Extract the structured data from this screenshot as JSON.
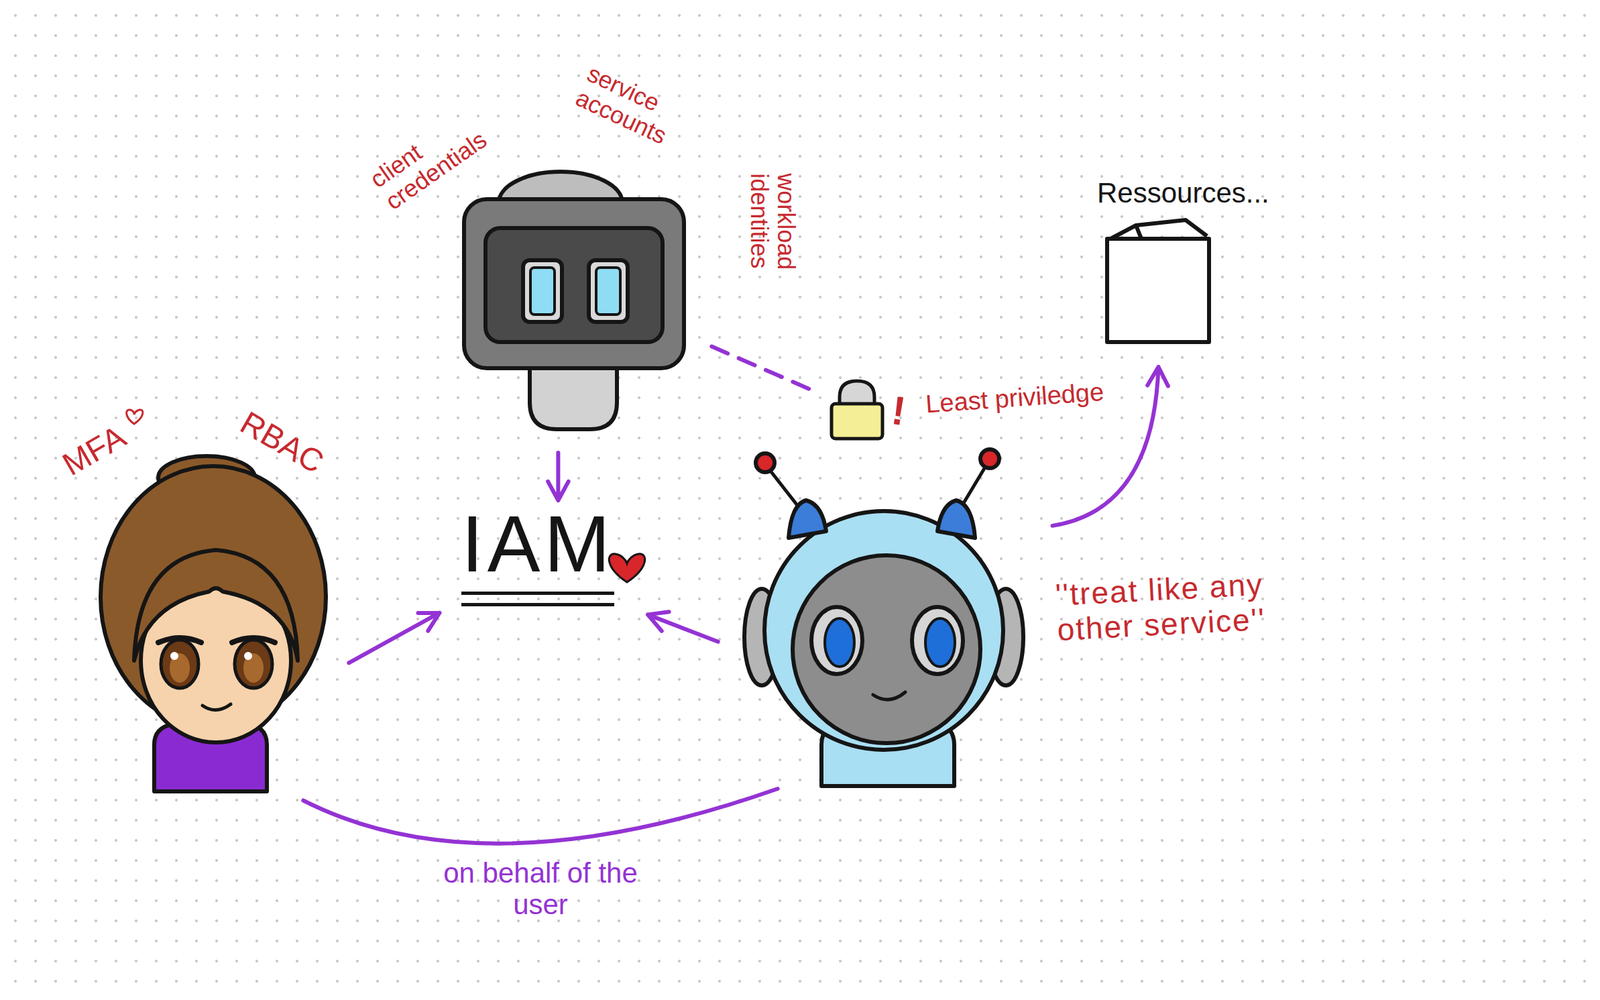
{
  "diagram": {
    "nodes": [
      {
        "text": [
          "client credentials",
          "service accounts",
          "workload identities"
        ]
      },
      {
        "text": [
          "Ressources..."
        ]
      },
      {
        "text": [
          "Least priviledge"
        ]
      },
      {
        "text": [
          "MFA",
          "RBAC"
        ]
      },
      {
        "text": [
          "IAM"
        ]
      },
      {
        "text": [
          "''treat like any other service''"
        ]
      }
    ],
    "edges": [
      {
        "from": 0,
        "to": 4,
        "arrow": "to"
      },
      {
        "from": 0,
        "to": 2,
        "arrow": "none"
      },
      {
        "from": 3,
        "to": 4,
        "arrow": "to"
      },
      {
        "from": 5,
        "to": 4,
        "arrow": "to"
      },
      {
        "from": 5,
        "to": 1,
        "arrow": "to"
      },
      {
        "from": 3,
        "to": 5,
        "arrow": "none",
        "label": "on behalf of the user"
      }
    ],
    "labels": [
      "!"
    ]
  }
}
